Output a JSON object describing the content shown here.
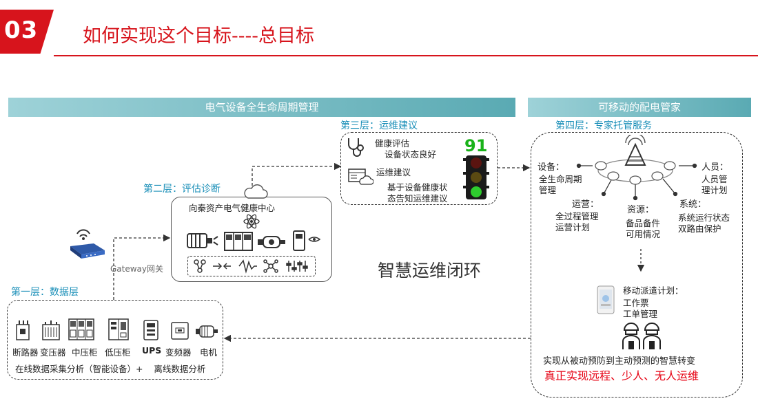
{
  "header": {
    "badge": "03",
    "title": "如何实现这个目标----总目标"
  },
  "bars": {
    "left": "电气设备全生命周期管理",
    "right": "可移动的配电管家"
  },
  "layer1": {
    "title": "第一层：数据层",
    "devices": [
      "断路器",
      "变压器",
      "中压柜",
      "低压柜",
      "UPS",
      "变频器",
      "电机"
    ],
    "footer": "在线数据采集分析（智能设备）+    离线数据分析"
  },
  "gateway": "Gateway网关",
  "layer2": {
    "title": "第二层：评估诊断",
    "center": "向秦资产电气健康中心"
  },
  "layer3": {
    "title": "第三层：运维建议",
    "health_title": "健康评估",
    "health_status": "设备状态良好",
    "score": "91",
    "advice_title": "运维建议",
    "advice_line1": "基于设备健康状",
    "advice_line2": "态告知运维建议"
  },
  "loop_label": "智慧运维闭环",
  "layer4": {
    "title": "第四层：专家托管服务",
    "equipment": {
      "title": "设备：",
      "l1": "全生命周期",
      "l2": "管理"
    },
    "personnel": {
      "title": "人员：",
      "l1": "人员管",
      "l2": "理计划"
    },
    "operation": {
      "title": "运营：",
      "l1": "全过程管理",
      "l2": "运营计划"
    },
    "resource": {
      "title": "资源：",
      "l1": "备品备件",
      "l2": "可用情况"
    },
    "system": {
      "title": "系统：",
      "l1": "系统运行状态",
      "l2": "双路由保护"
    },
    "dispatch": {
      "title": "移动派遣计划：",
      "l1": "工作票",
      "l2": "工单管理"
    },
    "summary": "实现从被动预防到主动预测的智慧转变",
    "highlight": "真正实现远程、少人、无人运维"
  },
  "colors": {
    "accent": "#d7141c",
    "layer_title": "#1a8fb8",
    "bar": "#5aaab3",
    "score": "#19b219",
    "highlight": "#e60012"
  }
}
